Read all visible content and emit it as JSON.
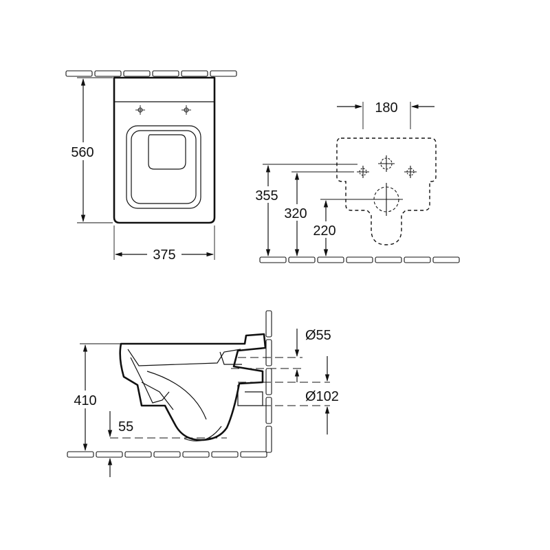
{
  "top_view": {
    "height_label": "560",
    "width_label": "375"
  },
  "wall_view": {
    "spacing_label": "180",
    "dim_a_label": "355",
    "dim_b_label": "320",
    "dim_c_label": "220"
  },
  "side_view": {
    "height_label": "410",
    "floor_gap_label": "55",
    "inlet_label": "Ø55",
    "outlet_label": "Ø102"
  }
}
